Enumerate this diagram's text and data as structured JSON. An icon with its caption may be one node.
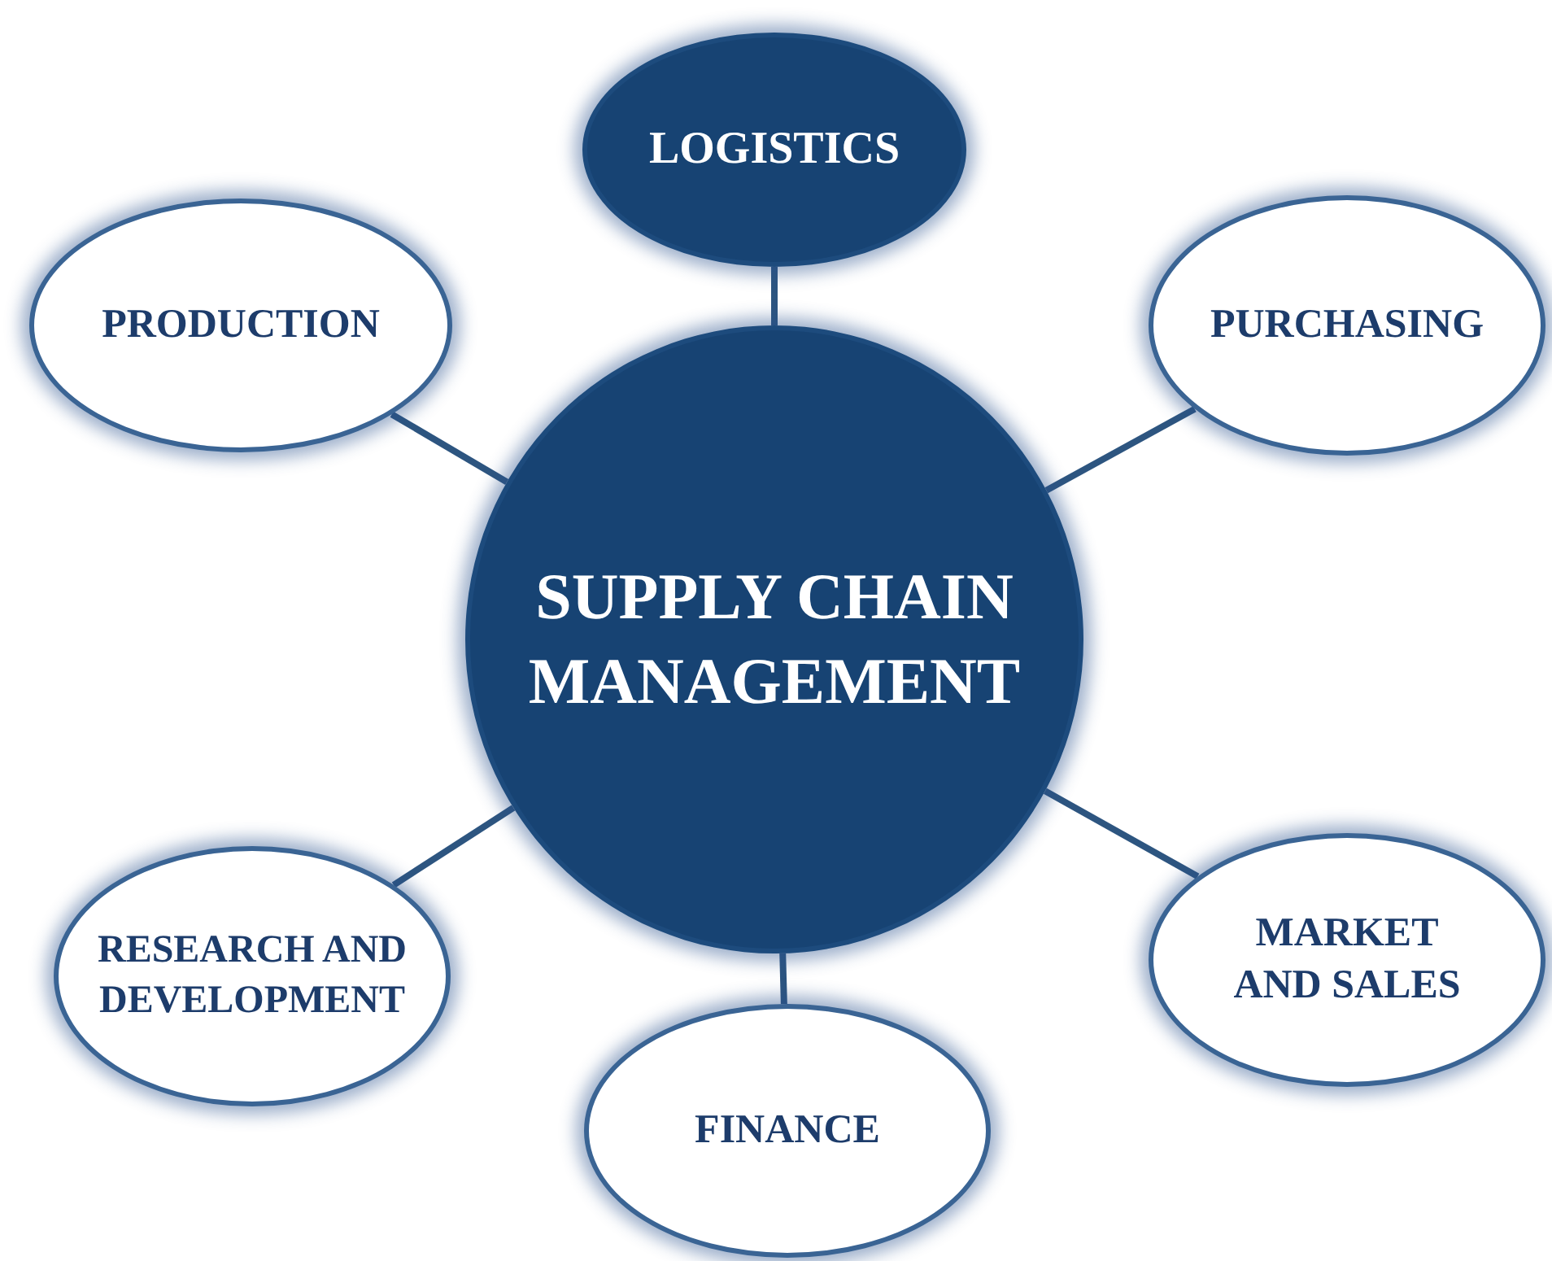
{
  "diagram": {
    "nodes": [
      {
        "text": [
          "LOGISTICS"
        ]
      },
      {
        "text": [
          "PRODUCTION"
        ]
      },
      {
        "text": [
          "PURCHASING"
        ]
      },
      {
        "text": [
          "SUPPLY CHAIN MANAGEMENT"
        ]
      },
      {
        "text": [
          "MARKET AND SALES"
        ]
      },
      {
        "text": [
          "RESEARCH AND DEVELOPMENT"
        ]
      },
      {
        "text": [
          "FINANCE"
        ]
      }
    ],
    "edges": [
      {
        "from": 3,
        "to": 0,
        "arrow": "none"
      },
      {
        "from": 3,
        "to": 1,
        "arrow": "none"
      },
      {
        "from": 3,
        "to": 2,
        "arrow": "none"
      },
      {
        "from": 3,
        "to": 4,
        "arrow": "none"
      },
      {
        "from": 3,
        "to": 5,
        "arrow": "none"
      },
      {
        "from": 3,
        "to": 6,
        "arrow": "none"
      }
    ]
  }
}
